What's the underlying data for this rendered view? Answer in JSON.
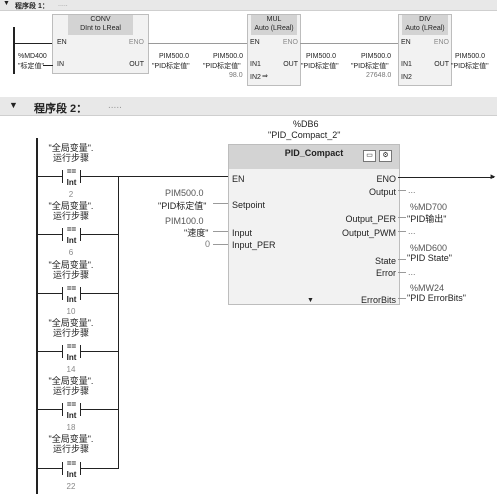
{
  "network1": {
    "title": "程序段 1：",
    "comment": "....."
  },
  "network2": {
    "title": "程序段 2：",
    "comment": "....."
  },
  "conv": {
    "name": "CONV",
    "types": "DInt to LReal",
    "en": "EN",
    "eno": "ENO",
    "in": "IN",
    "out": "OUT",
    "in_addr": "%MD400",
    "in_tag": "\"标定值\"",
    "out_addr": "PIM500.0",
    "out_tag": "\"PID标定值\""
  },
  "mul": {
    "name": "MUL",
    "types": "Auto (LReal)",
    "en": "EN",
    "eno": "ENO",
    "in1": "IN1",
    "in2": "IN2",
    "out": "OUT",
    "in1_addr": "PIM500.0",
    "in1_tag": "\"PID标定值\"",
    "in2_val": "98.0",
    "in2_extra": "⇒",
    "out_addr": "PIM500.0",
    "out_tag": "\"PID标定值\""
  },
  "div": {
    "name": "DIV",
    "types": "Auto (LReal)",
    "en": "EN",
    "eno": "ENO",
    "in1": "IN1",
    "in2": "IN2",
    "out": "OUT",
    "in1_addr": "PIM500.0",
    "in1_tag": "\"PID标定值\"",
    "in2_val": "27648.0",
    "out_addr": "PIM500.0",
    "out_tag": "\"PID标定值\""
  },
  "pid": {
    "db_addr": "%DB6",
    "db_name": "\"PID_Compact_2\"",
    "name": "PID_Compact",
    "en": "EN",
    "eno": "ENO",
    "setpoint": "Setpoint",
    "input": "Input",
    "input_per": "Input_PER",
    "output": "Output",
    "output_per": "Output_PER",
    "output_pwm": "Output_PWM",
    "state": "State",
    "error": "Error",
    "errorbits": "ErrorBits",
    "setpoint_addr": "PIM500.0",
    "setpoint_tag": "\"PID标定值\"",
    "input_addr": "PIM100.0",
    "input_tag": "\"速度\"",
    "input_per_val": "0",
    "output_val": "...",
    "output_per_addr": "%MD700",
    "output_per_tag": "\"PID输出\"",
    "output_pwm_val": "...",
    "state_addr": "%MD600",
    "state_tag": "\"PID State\"",
    "error_val": "...",
    "errorbits_addr": "%MW24",
    "errorbits_tag": "\"PID ErrorBits\""
  },
  "contacts": [
    {
      "tag": "\"全局变量\".",
      "tag2": "运行步骤",
      "op": "==",
      "type": "Int",
      "value": "2"
    },
    {
      "tag": "\"全局变量\".",
      "tag2": "运行步骤",
      "op": "==",
      "type": "Int",
      "value": "6"
    },
    {
      "tag": "\"全局变量\".",
      "tag2": "运行步骤",
      "op": "==",
      "type": "Int",
      "value": "10"
    },
    {
      "tag": "\"全局变量\".",
      "tag2": "运行步骤",
      "op": "==",
      "type": "Int",
      "value": "14"
    },
    {
      "tag": "\"全局变量\".",
      "tag2": "运行步骤",
      "op": "==",
      "type": "Int",
      "value": "18"
    },
    {
      "tag": "\"全局变量\".",
      "tag2": "运行步骤",
      "op": "==",
      "type": "Int",
      "value": "22"
    }
  ],
  "colors": {
    "header_bg": "#e8e8e8",
    "box_bg": "#f2f2f2",
    "box_head": "#d3d3d3",
    "comment": "#999999"
  }
}
